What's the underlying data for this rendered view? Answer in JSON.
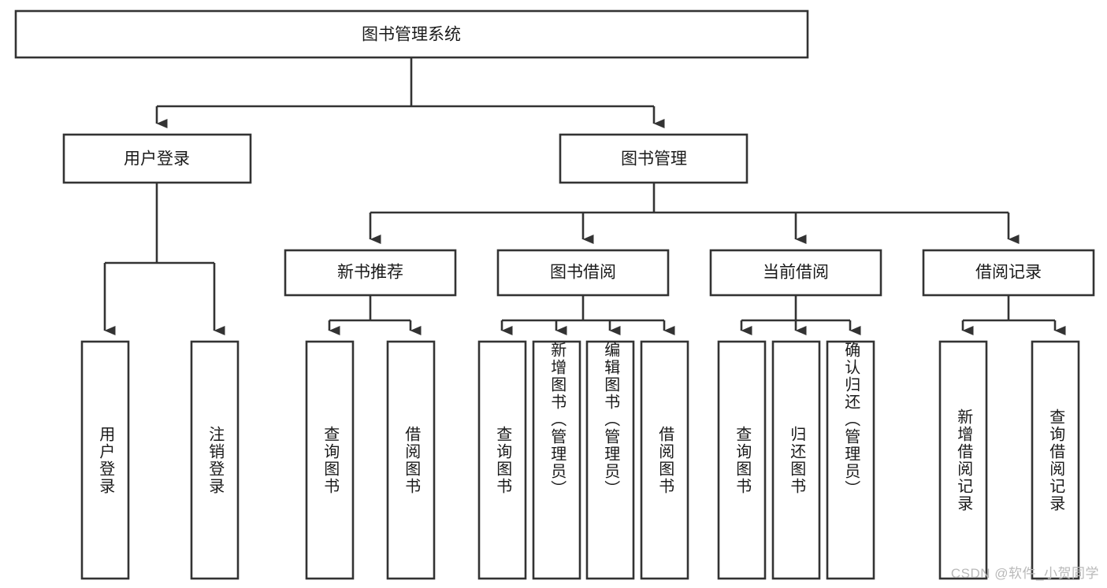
{
  "diagram": {
    "title": "图书管理系统",
    "type": "tree-hierarchy-chart",
    "colors": {
      "box_stroke": "#333333",
      "box_fill": "#ffffff",
      "text": "#1a1a1a",
      "background": "#ffffff",
      "watermark": "#b9b9b9"
    },
    "root": {
      "label": "图书管理系统"
    },
    "level2": [
      {
        "label": "用户登录"
      },
      {
        "label": "图书管理"
      }
    ],
    "level3": [
      {
        "label": "新书推荐"
      },
      {
        "label": "图书借阅"
      },
      {
        "label": "当前借阅"
      },
      {
        "label": "借阅记录"
      }
    ],
    "leaves": {
      "user_login": [
        {
          "label": "用户登录"
        },
        {
          "label": "注销登录"
        }
      ],
      "new_book_recommend": [
        {
          "label": "查询图书"
        },
        {
          "label": "借阅图书"
        }
      ],
      "book_borrow": [
        {
          "label": "查询图书"
        },
        {
          "label": "新增图书（管理员）"
        },
        {
          "label": "编辑图书（管理员）"
        },
        {
          "label": "借阅图书"
        }
      ],
      "current_borrow": [
        {
          "label": "查询图书"
        },
        {
          "label": "归还图书"
        },
        {
          "label": "确认归还（管理员）"
        }
      ],
      "borrow_record": [
        {
          "label": "新增借阅记录"
        },
        {
          "label": "查询借阅记录"
        }
      ]
    },
    "watermark": "CSDN @软件_小贺同学"
  }
}
